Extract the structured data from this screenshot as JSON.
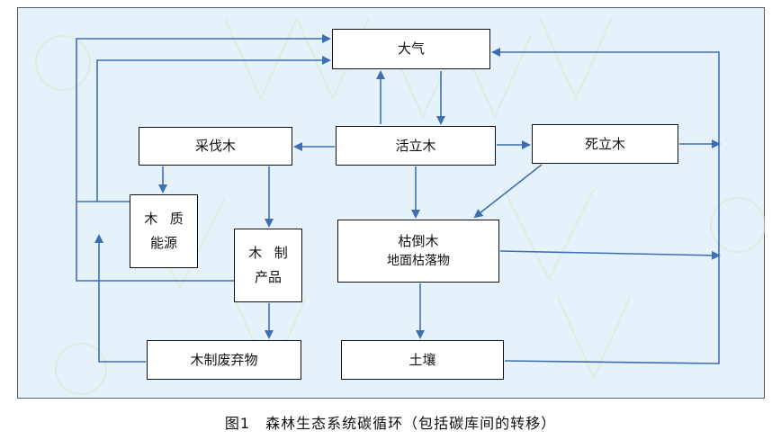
{
  "colors": {
    "panel_bg": "#e6f2fb",
    "box_border": "#111111",
    "arrow": "#3f6fb2"
  },
  "diagram": {
    "nodes": {
      "atmosphere": "大气",
      "living_trees": "活立木",
      "harvested_wood": "采伐木",
      "dead_standing": "死立木",
      "wood_energy_line1": "木质",
      "wood_energy_line2": "能源",
      "wood_products_line1": "木制",
      "wood_products_line2": "产品",
      "dead_fallen_line1": "枯倒木",
      "dead_fallen_line2": "地面枯落物",
      "wood_waste": "木制废弃物",
      "soil": "土壤"
    }
  },
  "caption": "图1　森林生态系统碳循环（包括碳库间的转移）"
}
